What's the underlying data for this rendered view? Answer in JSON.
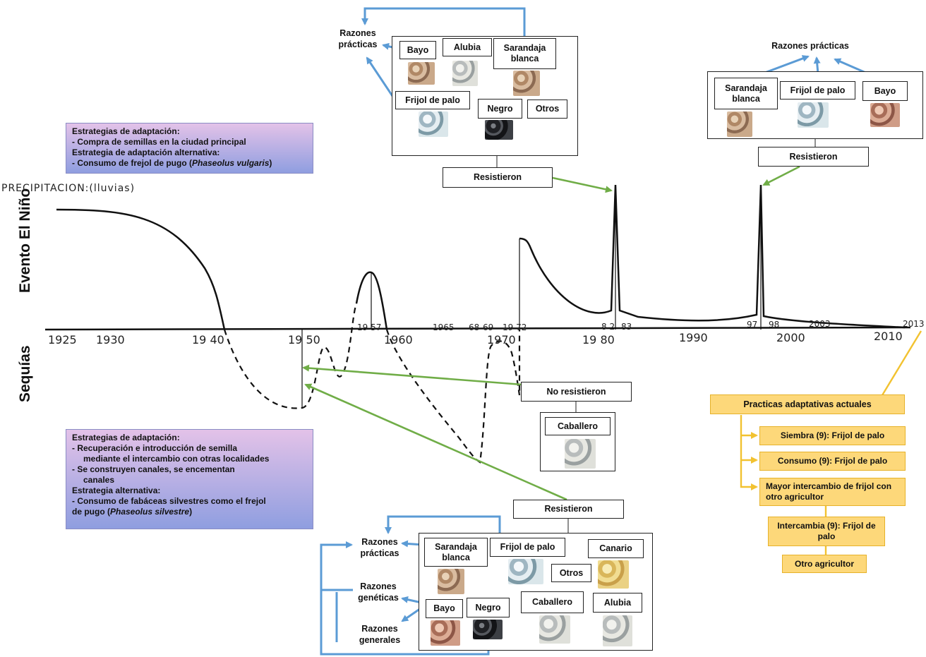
{
  "side_labels": {
    "top": "Evento El Niño",
    "bottom": "Sequías"
  },
  "chart": {
    "precip_label": "PRECIPITACION:(lluvias)",
    "years_large": [
      "1925",
      "1930",
      "19 40",
      "19 50",
      "1960",
      "1970",
      "19 80",
      "1990",
      "2000",
      "2010"
    ],
    "years_small": [
      "19 57",
      "1965",
      "68",
      "69",
      "19 72",
      "8 2",
      "83",
      "97",
      "98",
      "2003",
      "2013"
    ]
  },
  "strategy_top": {
    "title": "Estrategias de adaptación:",
    "item1": "-    Compra de semillas en la ciudad principal",
    "alt_title": "Estrategia de adaptación alternativa:",
    "alt_item": "- Consumo de frejol de pugo (",
    "alt_latin": "Phaseolus vulgaris",
    "alt_close": ")"
  },
  "strategy_bottom": {
    "title": "Estrategias de adaptación:",
    "item1a": "-    Recuperación e introducción de semilla",
    "item1b": "mediante el intercambio con otras localidades",
    "item2a": "-    Se construyen canales, se encementan",
    "item2b": "canales",
    "alt_title": "Estrategia alternativa:",
    "alt_item_a": "- Consumo de fabáceas silvestres como el frejol",
    "alt_item_b": "de pugo (",
    "alt_latin": "Phaseolus silvestre",
    "alt_close": ")"
  },
  "cluster_1950s": {
    "reasons": "Razones prácticas",
    "beans": [
      "Bayo",
      "Alubia",
      "Sarandaja blanca",
      "Frijol de palo",
      "Negro",
      "Otros"
    ],
    "resisted": "Resistieron"
  },
  "cluster_1997": {
    "reasons": "Razones prácticas",
    "beans": [
      "Sarandaja blanca",
      "Frijol de palo",
      "Bayo"
    ],
    "resisted": "Resistieron"
  },
  "cluster_drought": {
    "not_resisted": "No resistieron",
    "bean": "Caballero"
  },
  "cluster_bottom": {
    "resisted": "Resistieron",
    "reasons_practical": "Razones prácticas",
    "reasons_genetic": "Razones genéticas",
    "reasons_general": "Razones generales",
    "beans": [
      "Sarandaja blanca",
      "Frijol de palo",
      "Canario",
      "Otros",
      "Bayo",
      "Negro",
      "Caballero",
      "Alubia"
    ]
  },
  "current_practices": {
    "title": "Practicas adaptativas actuales",
    "items": [
      "Siembra (9): Frijol de palo",
      "Consumo (9): Frijol de palo",
      "Mayor intercambio de frijol con otro agricultor"
    ],
    "exchange": "Intercambia (9): Frijol de palo",
    "other_farmer": "Otro agricultor"
  },
  "colors": {
    "blue_arrow": "#5b9bd5",
    "green_arrow": "#70ad47",
    "gold_arrow": "#f2c230",
    "yellow_fill": "#fdd87a"
  }
}
